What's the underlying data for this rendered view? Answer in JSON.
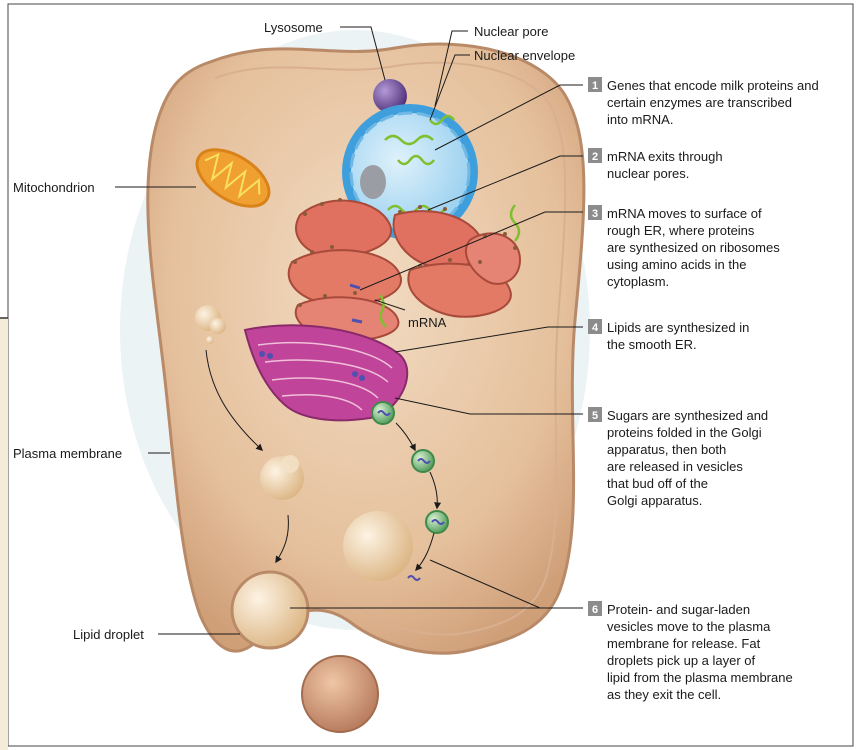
{
  "structure_labels": {
    "lysosome": "Lysosome",
    "nuclear_pore": "Nuclear pore",
    "nuclear_envelope": "Nuclear envelope",
    "mitochondrion": "Mitochondrion",
    "mrna": "mRNA",
    "plasma_membrane": "Plasma membrane",
    "lipid_droplet": "Lipid droplet"
  },
  "steps": [
    {
      "num": "1",
      "lines": [
        "Genes that encode milk proteins and",
        "certain enzymes are transcribed",
        "into mRNA."
      ]
    },
    {
      "num": "2",
      "lines": [
        "mRNA exits through",
        "nuclear pores."
      ]
    },
    {
      "num": "3",
      "lines": [
        "mRNA moves to surface of",
        "rough ER, where proteins",
        "are synthesized on ribosomes",
        "using amino acids in the",
        "cytoplasm."
      ]
    },
    {
      "num": "4",
      "lines": [
        "Lipids are synthesized in",
        "the smooth ER."
      ]
    },
    {
      "num": "5",
      "lines": [
        "Sugars are synthesized and",
        "proteins folded in the Golgi",
        "apparatus, then both",
        "are released in vesicles",
        "that bud off of the",
        "Golgi apparatus."
      ]
    },
    {
      "num": "6",
      "lines": [
        "Protein- and sugar-laden",
        "vesicles move to the plasma",
        "membrane for release. Fat",
        "droplets pick up a layer of",
        "lipid from the plasma membrane",
        "as they exit the cell."
      ]
    }
  ],
  "colors": {
    "cytoplasm": "#e9c6a6",
    "cell_edge": "#b98a68",
    "nucleus": "#7fc6ec",
    "nucleus_rim": "#3f9fdc",
    "rough_er": "#e07060",
    "golgi": "#c0459a",
    "mitochondrion": "#f0a030",
    "lysosome": "#6a4a9a",
    "vesicle": "#5fa86a",
    "mrna": "#7fbf30",
    "step_badge": "#8c8c8c"
  }
}
